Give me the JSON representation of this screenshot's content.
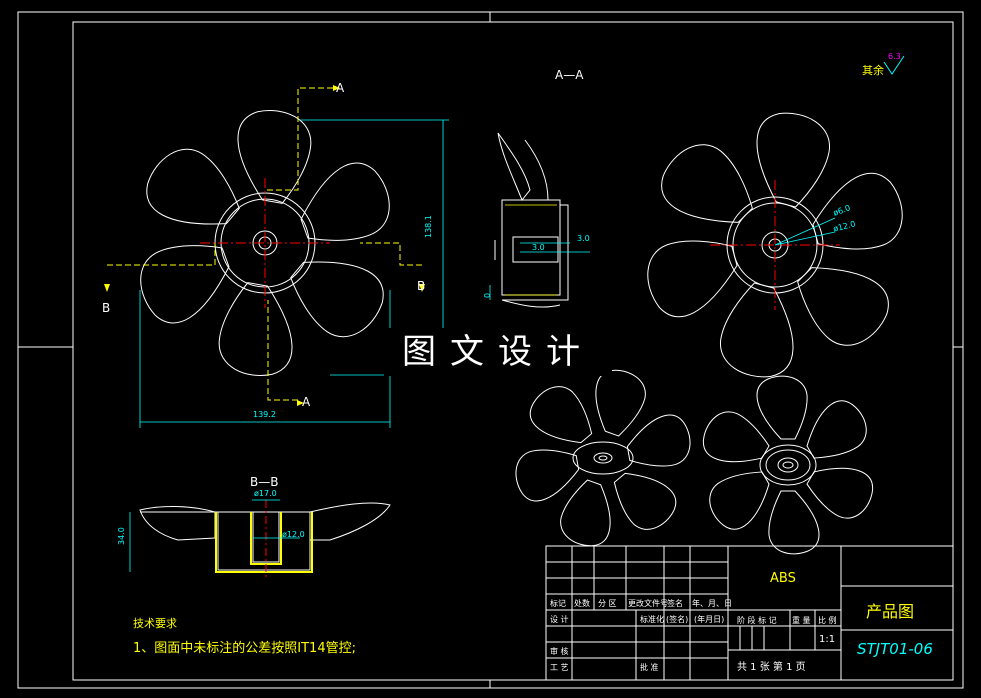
{
  "views": {
    "section_aa_label": "A—A",
    "section_bb_label": "B—B",
    "cut_marks": [
      "A",
      "A",
      "B",
      "B"
    ]
  },
  "dimensions": {
    "width": "139.2",
    "height": "138.1",
    "aa_upper": "3.0",
    "aa_lower": "3.0",
    "aa_left": "0",
    "hub_small": "ø6.0",
    "hub_large": "ø12.0",
    "bb_outer": "ø17.0",
    "bb_inner": "ø12.0",
    "bb_height": "34.0"
  },
  "surface_finish": {
    "prefix": "其余",
    "value": "6.3"
  },
  "watermark": "图文设计",
  "tech_requirements": {
    "heading": "技术要求",
    "item1": "1、图面中未标注的公差按照IT14管控;"
  },
  "title_block": {
    "material": "ABS",
    "title": "产品图",
    "code": "STJT01-06",
    "scale": "1:1",
    "header_row": [
      "标记",
      "处数",
      "分 区",
      "更改文件号",
      "签名",
      "年、月、日"
    ],
    "row_design": [
      "设 计",
      "标准化",
      "(签名)",
      "(年月日)"
    ],
    "row_check": "审 核",
    "row_process": "工 艺",
    "row_approve": "批 准",
    "stage_row": [
      "阶 段 标 记",
      "重 量",
      "比 例"
    ],
    "sheets": "共 1 张   第 1 页"
  },
  "colors": {
    "background": "#000000",
    "frame": "#ffffff",
    "dimension": "#00ffff",
    "label": "#ffff00",
    "centerline": "#ff0000",
    "title": "#00ff66"
  }
}
